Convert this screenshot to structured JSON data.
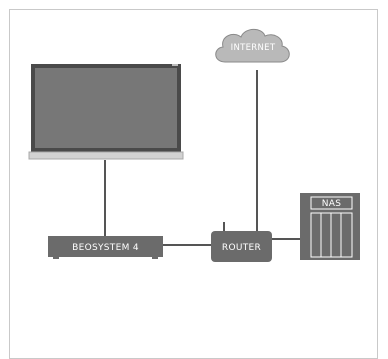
{
  "nodes": {
    "internet": {
      "label": "INTERNET"
    },
    "beosystem": {
      "label": "BEOSYSTEM 4"
    },
    "router": {
      "label": "ROUTER"
    },
    "nas": {
      "label": "NAS"
    }
  },
  "colors": {
    "device_dark": "#6b6b6b",
    "screen": "#777777",
    "tv_bezel": "#4a4a4a",
    "tv_bottom_bar": "#d2d2d2",
    "cloud": "#b9b9b9",
    "line": "#555555",
    "frame_border": "#c9c9c9"
  }
}
